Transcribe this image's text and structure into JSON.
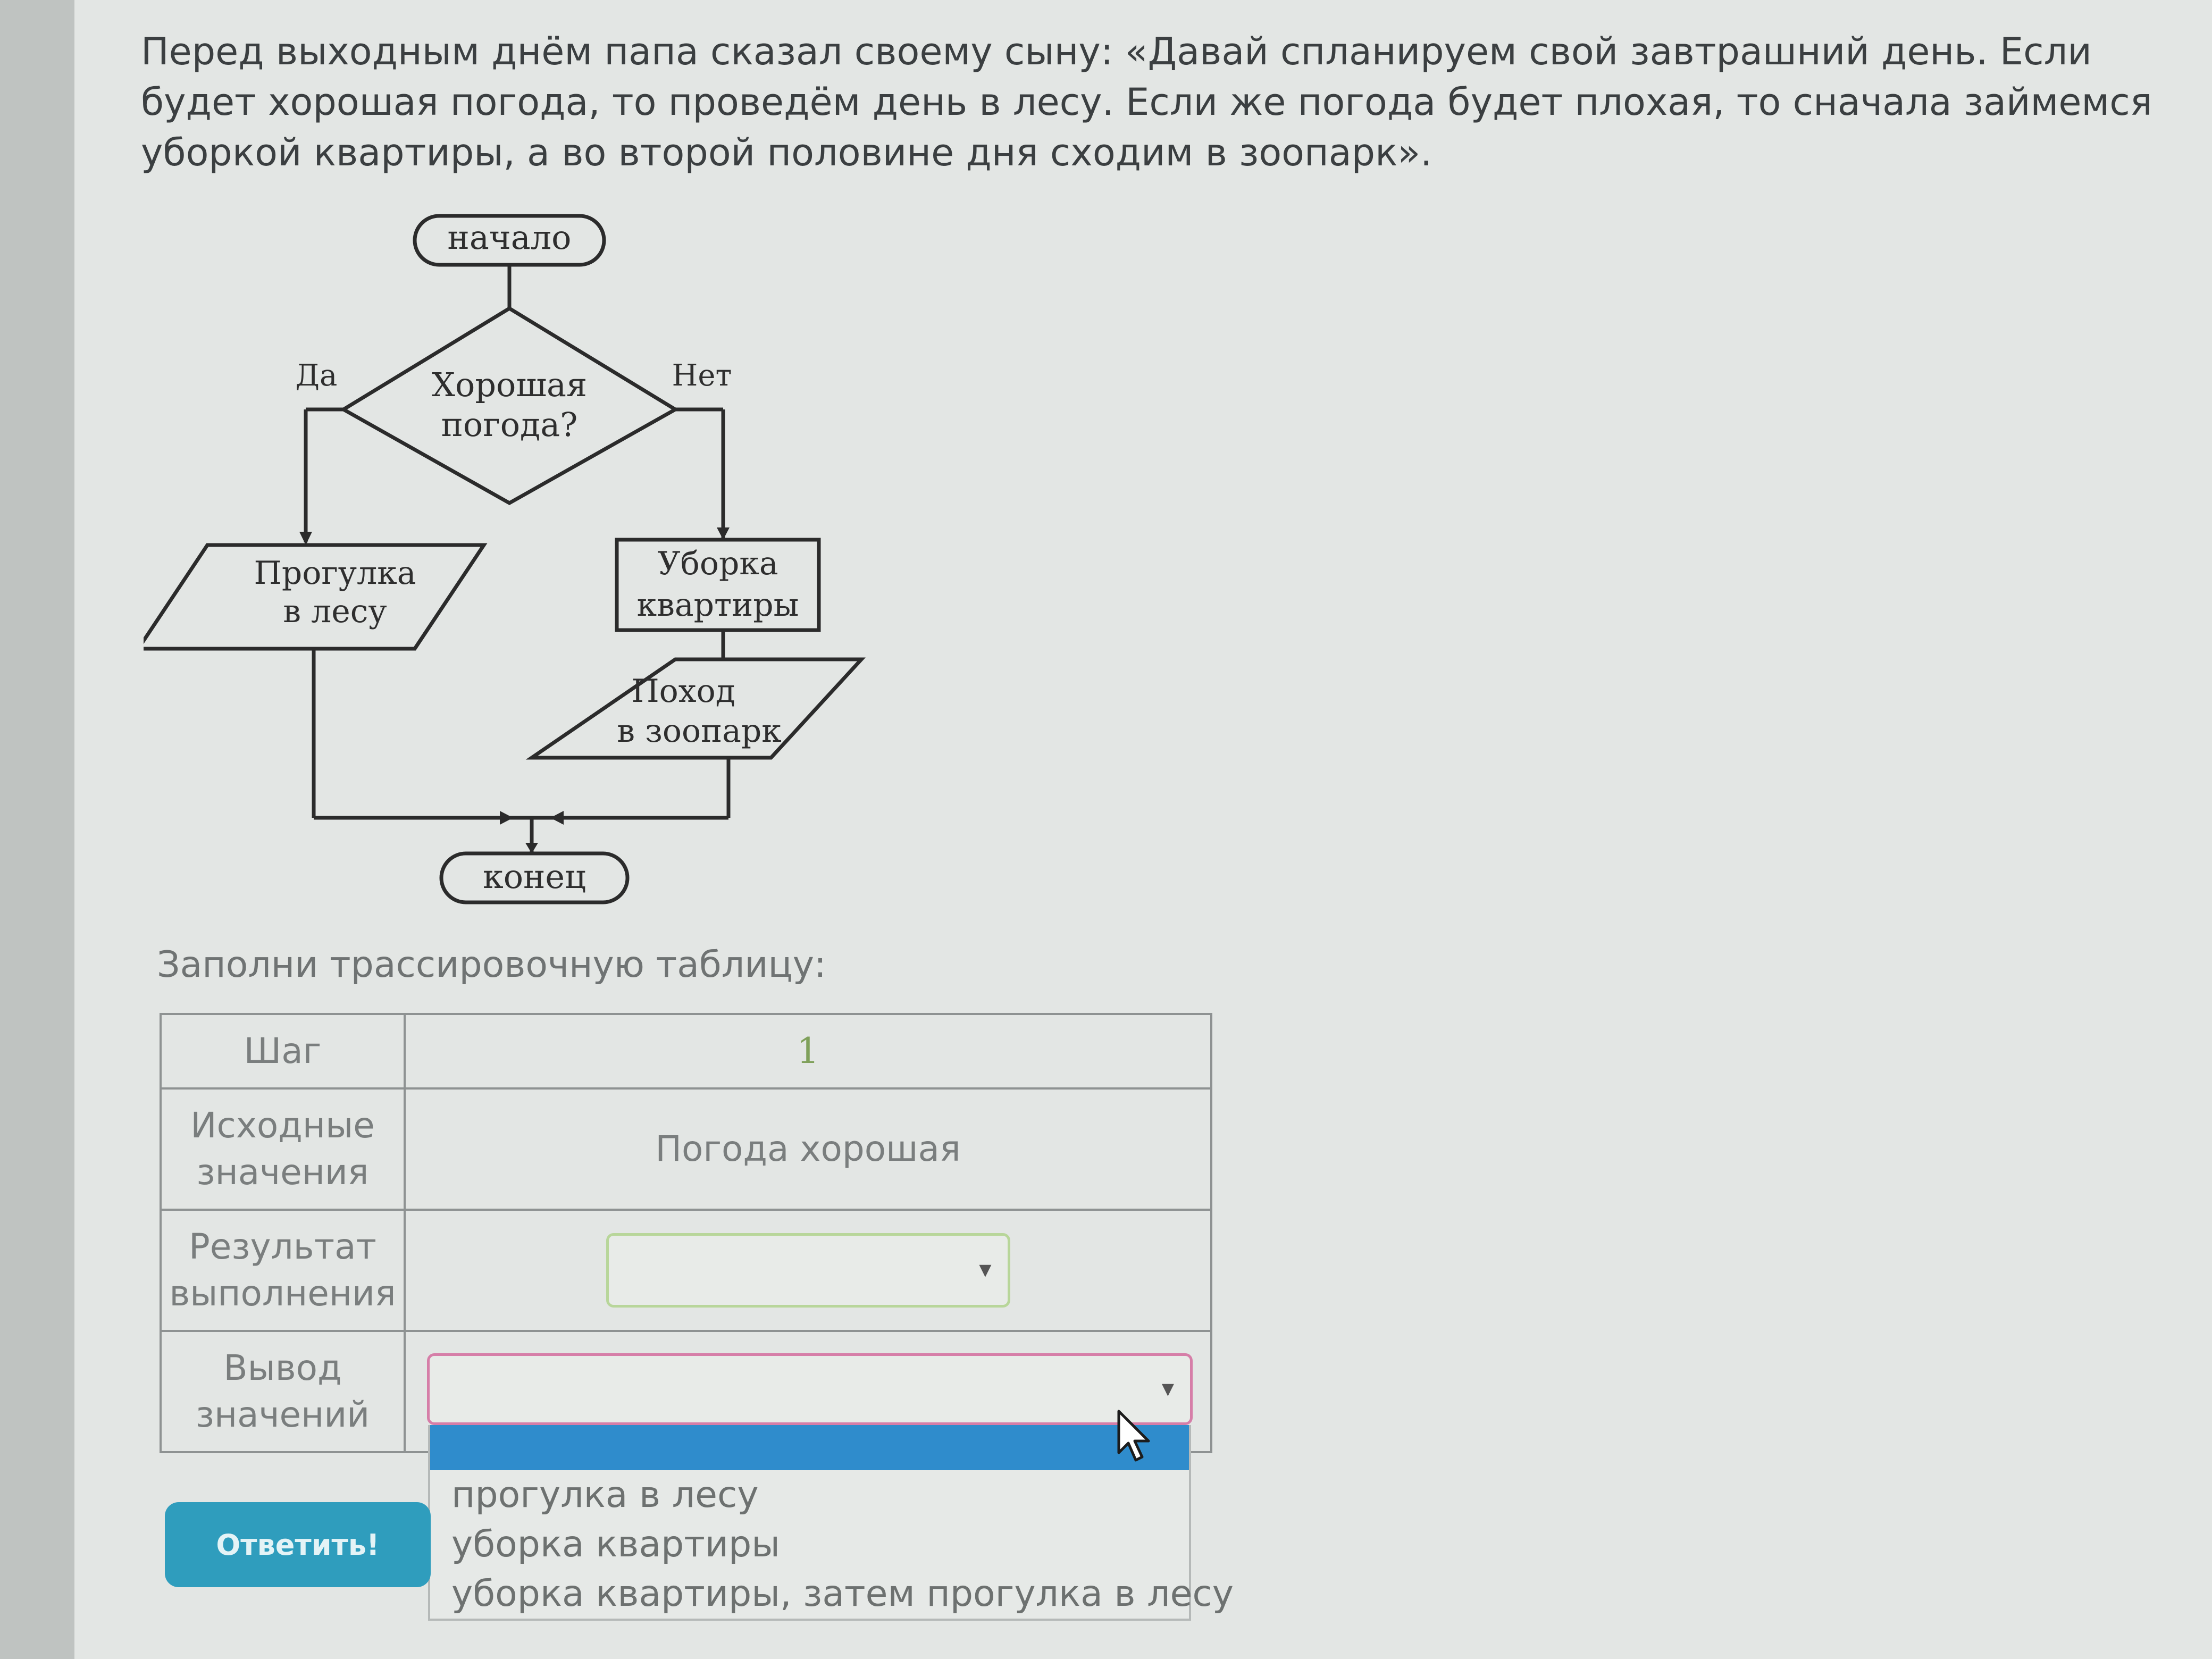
{
  "task": {
    "text": "Перед выходным днём папа сказал своему сыну: «Давай спланируем свой завтрашний день. Если будет хорошая погода, то проведём день в лесу. Если же погода будет плохая, то сначала займемся уборкой квартиры, а во второй половине дня сходим в зоопарк»."
  },
  "flowchart": {
    "start": "начало",
    "decision_line1": "Хорошая",
    "decision_line2": "погода?",
    "yes": "Да",
    "no": "Нет",
    "walk_line1": "Прогулка",
    "walk_line2": "в лесу",
    "cleaning_line1": "Уборка",
    "cleaning_line2": "квартиры",
    "zoo_line1": "Поход",
    "zoo_line2": "в зоопарк",
    "end": "конец"
  },
  "prompt": "Заполни трассировочную таблицу:",
  "table": {
    "step_label": "Шаг",
    "step_value": "1",
    "initial_label_line1": "Исходные",
    "initial_label_line2": "значения",
    "initial_value": "Погода хорошая",
    "result_label_line1": "Результат",
    "result_label_line2": "выполнения",
    "output_label_line1": "Вывод",
    "output_label_line2": "значений"
  },
  "dropdown": {
    "options": [
      "",
      "прогулка в лесу",
      "уборка квартиры",
      "уборка квартиры, затем прогулка в лесу"
    ]
  },
  "submit_label": "Ответить!",
  "colors": {
    "button": "#2f9dbd",
    "highlight": "#2f8ccc",
    "output_border": "#d67ea8",
    "result_border": "#b8d69a"
  }
}
